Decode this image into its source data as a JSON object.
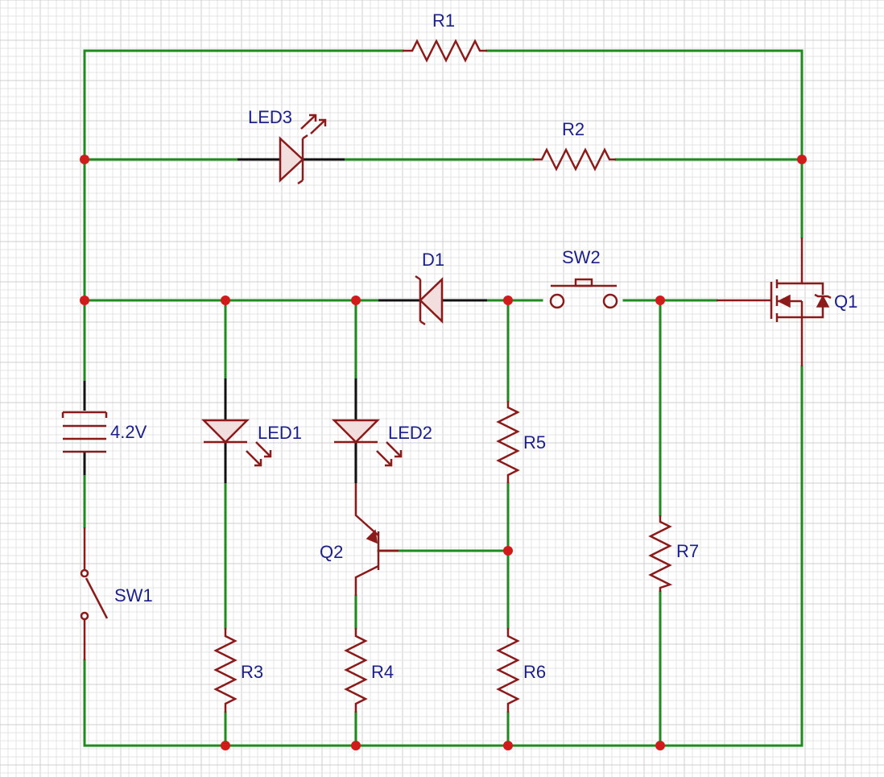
{
  "schematic": {
    "colors": {
      "wire": "#1f8a1f",
      "component": "#8b1a1a",
      "junction": "#d11a1a",
      "label": "#1a1f8a",
      "pin": "#111111"
    },
    "labels": {
      "r1": "R1",
      "r2": "R2",
      "r3": "R3",
      "r4": "R4",
      "r5": "R5",
      "r6": "R6",
      "r7": "R7",
      "led1": "LED1",
      "led2": "LED2",
      "led3": "LED3",
      "d1": "D1",
      "sw1": "SW1",
      "sw2": "SW2",
      "q1": "Q1",
      "q2": "Q2",
      "battery": "4.2V"
    }
  }
}
